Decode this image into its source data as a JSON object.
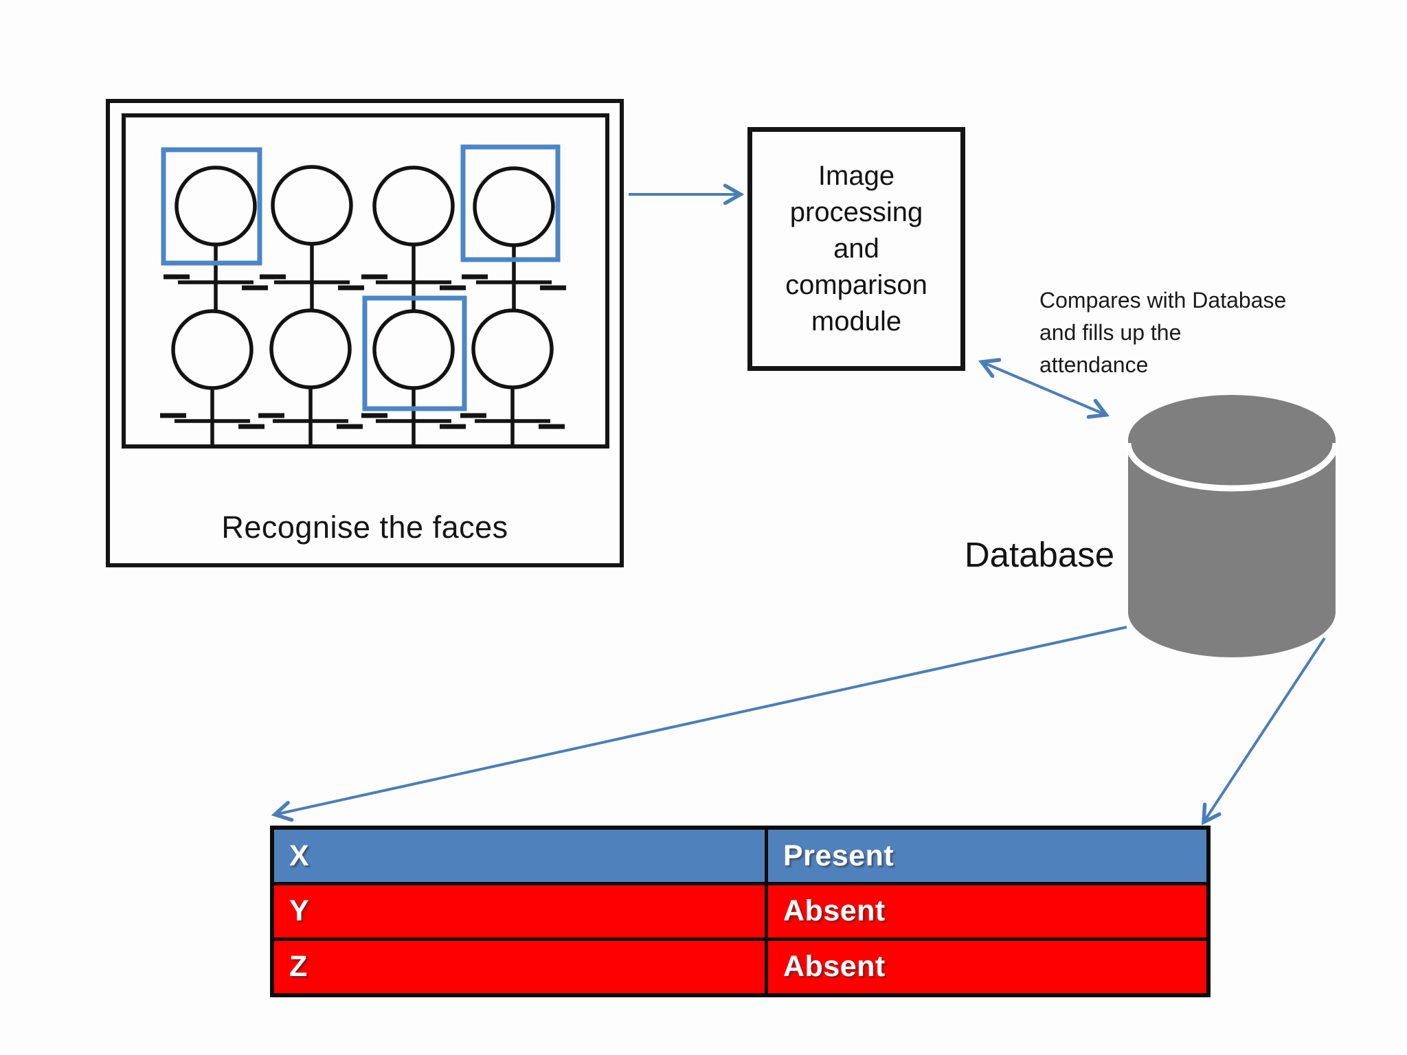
{
  "faces_panel": {
    "caption": "Recognise the faces",
    "figure_count": 8,
    "highlighted_figure_positions": [
      "row1-col1",
      "row1-col4",
      "row2-col3"
    ]
  },
  "module_box": {
    "lines": [
      "Image",
      "processing",
      "and",
      "comparison",
      "module"
    ]
  },
  "compare_note": {
    "lines": [
      "Compares with Database",
      "and fills up the",
      "attendance"
    ]
  },
  "database": {
    "label": "Database"
  },
  "attendance_table": {
    "rows": [
      {
        "name": "X",
        "status": "Present"
      },
      {
        "name": "Y",
        "status": "Absent"
      },
      {
        "name": "Z",
        "status": "Absent"
      }
    ]
  },
  "icons": {
    "stick-figure-icon": "circle-head person glyph",
    "face-highlight-icon": "blue square outline",
    "database-cylinder-icon": "gray cylinder",
    "arrow-icon": "blue open-chevron arrow"
  },
  "colors": {
    "arrow_blue": "#4a7eb9",
    "highlight_blue": "#4a86c8",
    "present_row_blue": "#4f81bd",
    "absent_row_red": "#fe0000",
    "cylinder_gray": "#7f7f7f",
    "box_border_black": "#141414",
    "background": "#fdfdfd"
  }
}
